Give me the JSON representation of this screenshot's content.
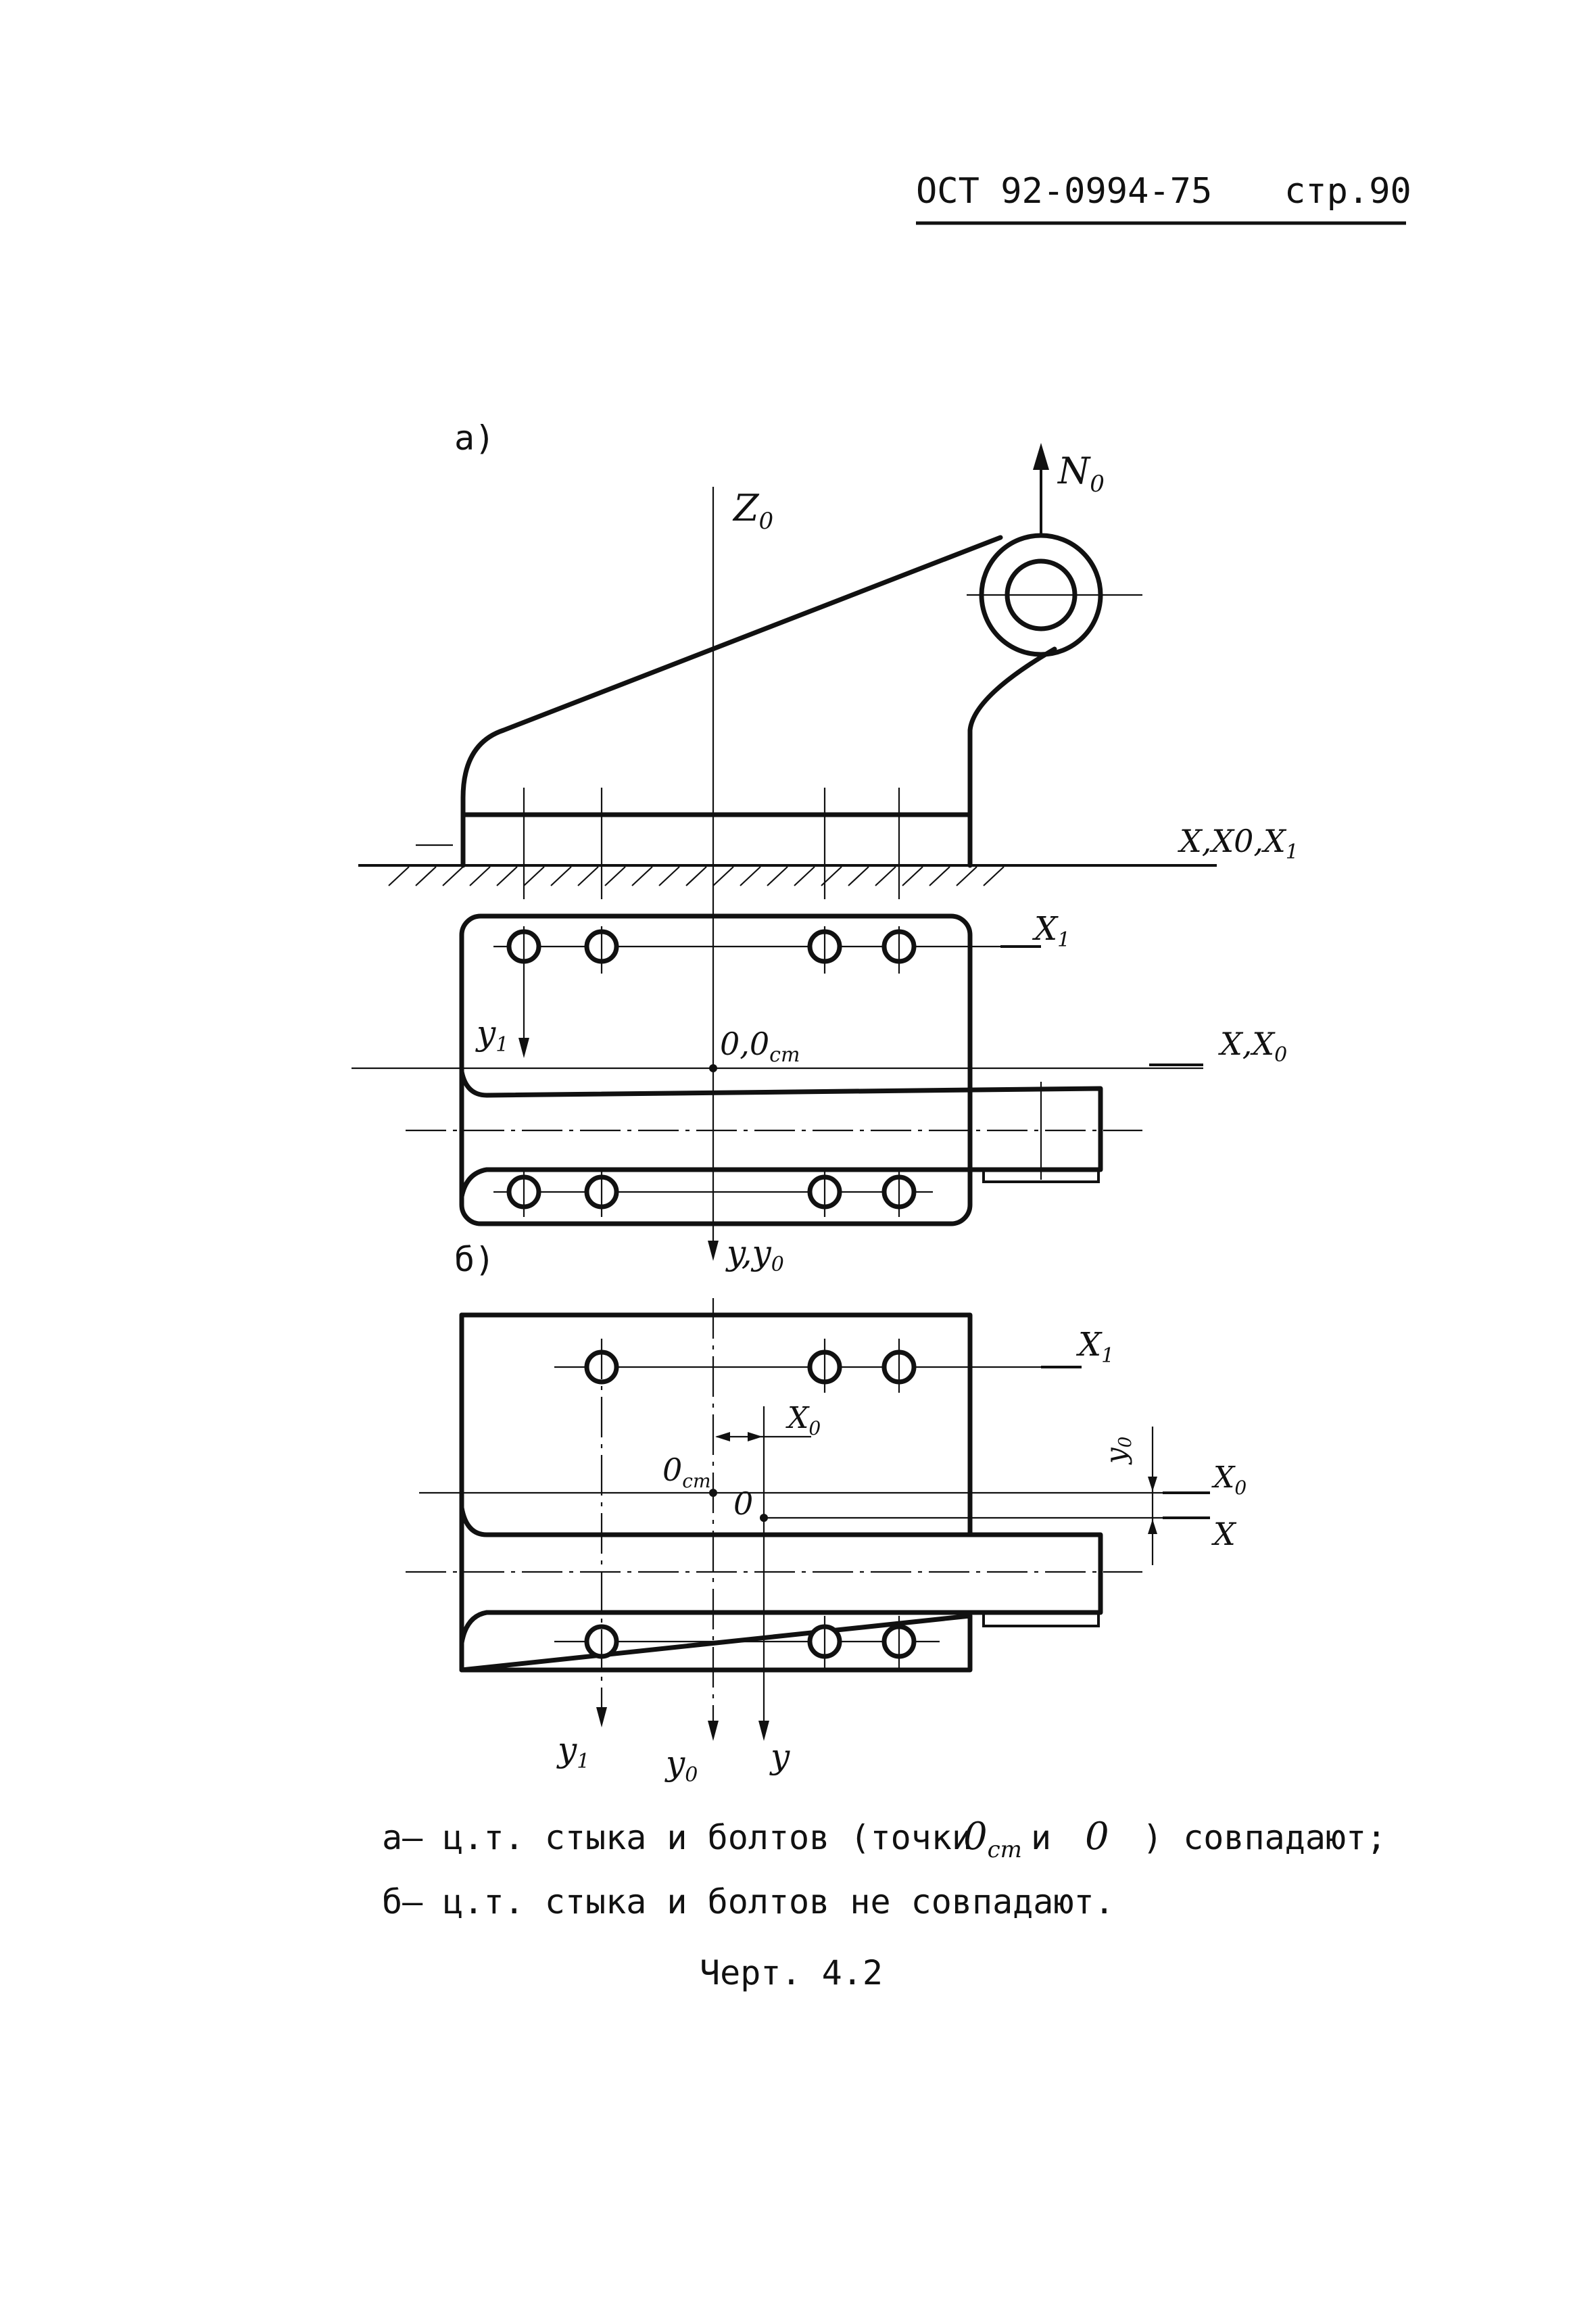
{
  "header": {
    "standard": "ОСТ 92-0994-75",
    "page": "стр.90"
  },
  "figure_a": {
    "label": "а)",
    "axes": {
      "z0": "Z",
      "z0_sub": "0",
      "n0": "N",
      "n0_sub": "0",
      "x_x0_x1": "X,X",
      "x_x0_x1_tail": "0,X",
      "x_x0_x1_sub": "1",
      "x1": "X",
      "x1_sub": "1",
      "y1": "y",
      "y1_sub": "1",
      "origin": "0,0",
      "origin_sub": "cm",
      "x_x0": "X,X",
      "x_x0_sub": "0",
      "y_y0": "y,y",
      "y_y0_sub": "0"
    }
  },
  "figure_b": {
    "label": "б)",
    "axes": {
      "x1": "X",
      "x1_sub": "1",
      "x0_dim": "X",
      "x0_dim_sub": "0",
      "ocm": "0",
      "ocm_sub": "cm",
      "o": "0",
      "y0_dim": "y",
      "y0_dim_sub": "0",
      "x0": "X",
      "x0_sub": "0",
      "x": "X",
      "y1": "y",
      "y1_sub": "1",
      "y0": "y",
      "y0_sub": "0",
      "y": "y"
    }
  },
  "caption": {
    "line_a_prefix": "а– ц.т. стыка и болтов (точки",
    "line_a_ocm": "0",
    "line_a_ocm_sub": "cm",
    "line_a_and": "и",
    "line_a_o": "0",
    "line_a_suffix": ") совпадают;",
    "line_b": "б– ц.т. стыка и болтов не совпадают.",
    "figure_title": "Черт. 4.2"
  }
}
